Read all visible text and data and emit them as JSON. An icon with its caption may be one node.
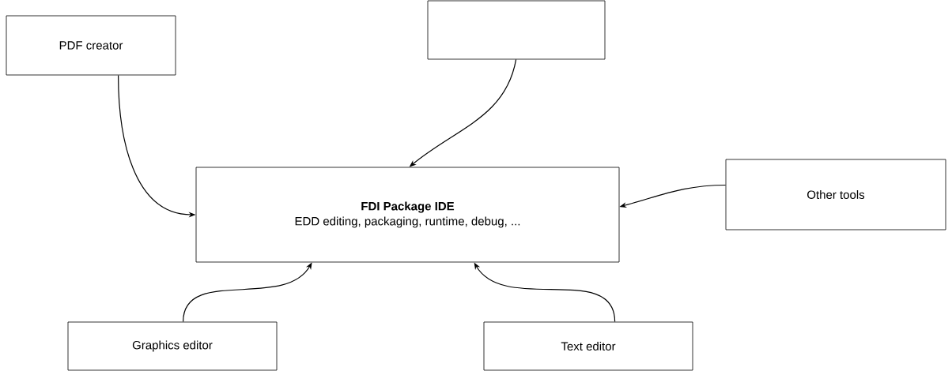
{
  "diagram": {
    "nodes": [
      {
        "text": [
          "PDF creator"
        ]
      },
      {
        "text": [],
        "shape": "box"
      },
      {
        "text": [
          "FDI Package IDE",
          "EDD editing, packaging, runtime, debug, ..."
        ]
      },
      {
        "text": [
          "Other tools"
        ]
      },
      {
        "text": [
          "Graphics editor"
        ]
      },
      {
        "text": [
          "Text editor"
        ]
      }
    ],
    "edges": [
      {
        "from": 0,
        "to": 2,
        "arrow": "to"
      },
      {
        "from": 1,
        "to": 2,
        "arrow": "to"
      },
      {
        "from": 3,
        "to": 2,
        "arrow": "to"
      },
      {
        "from": 4,
        "to": 2,
        "arrow": "to"
      },
      {
        "from": 5,
        "to": 2,
        "arrow": "to"
      }
    ]
  }
}
